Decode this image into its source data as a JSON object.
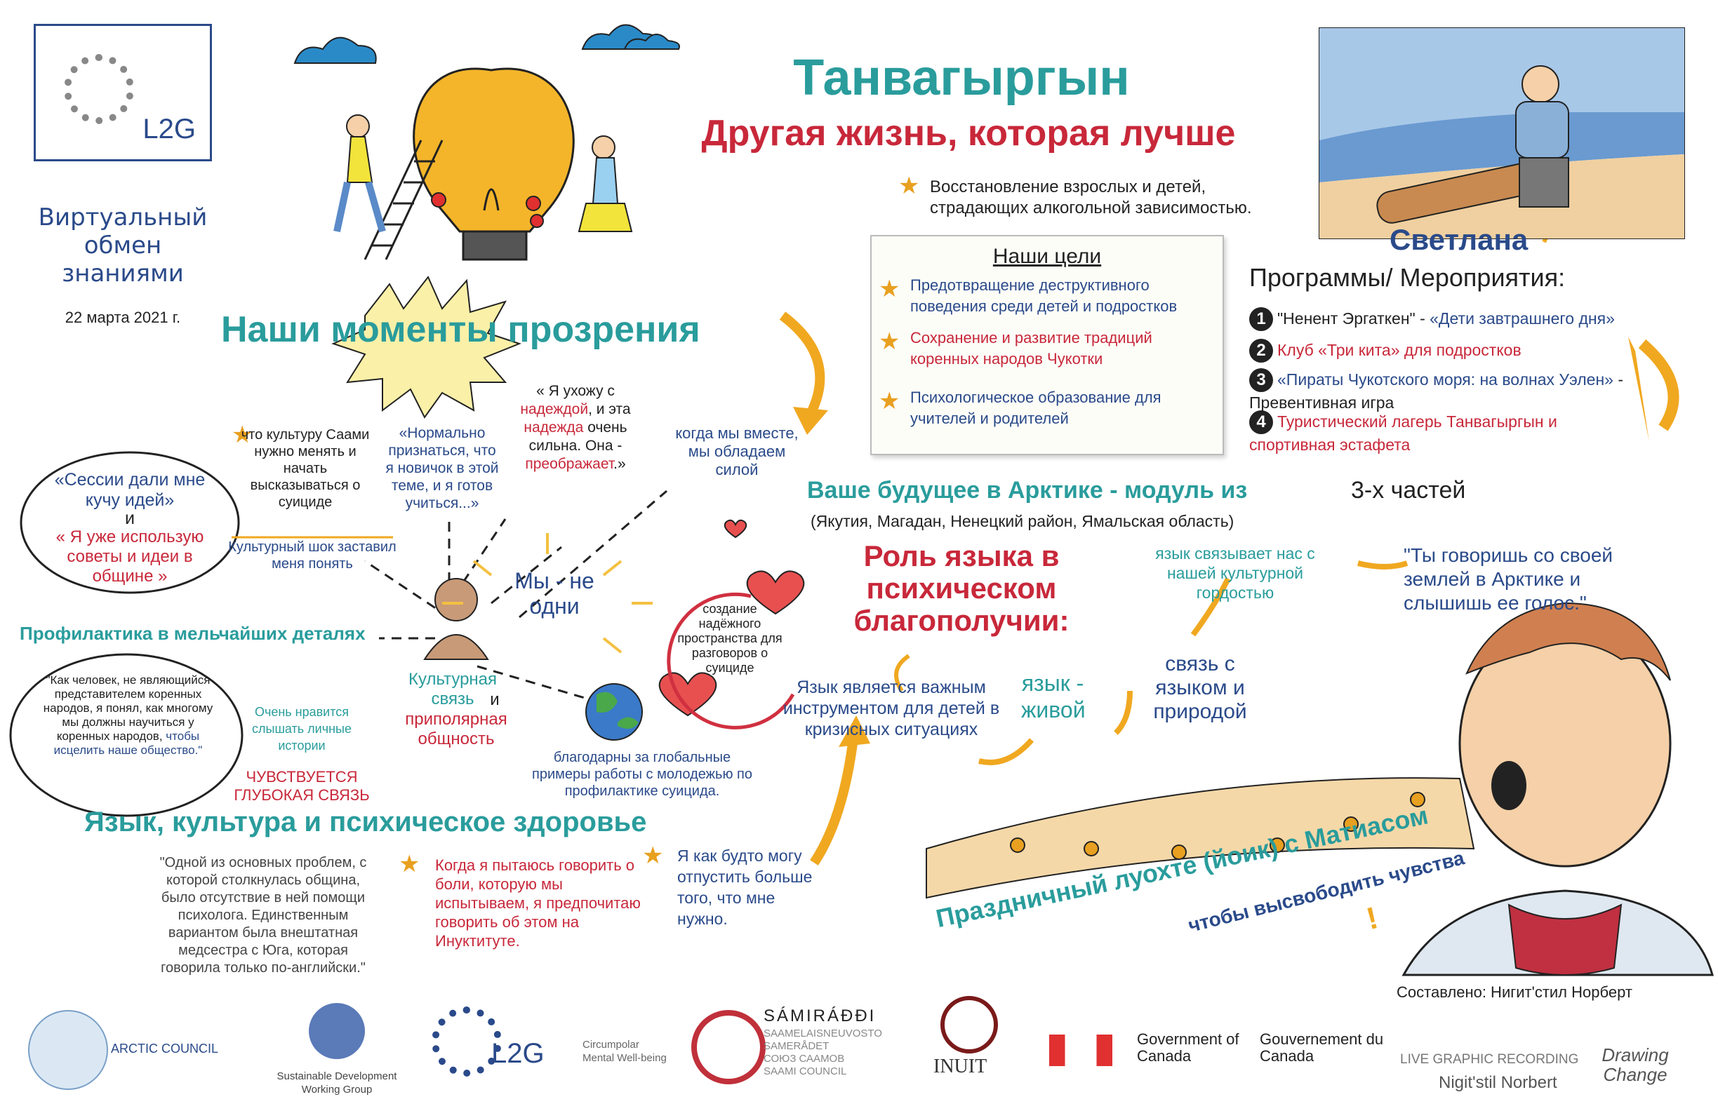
{
  "logo": {
    "text": "L2G"
  },
  "side": {
    "title": "Виртуальный обмен знаниями",
    "date": "22 марта 2021 г."
  },
  "header": {
    "title": "Танвагыргын",
    "subtitle": "Другая жизнь, которая лучше",
    "mission": "Восстановление взрослых и детей, страдающих алкогольной зависимостью."
  },
  "goals": {
    "title": "Наши цели",
    "items": [
      "Предотвращение деструктивного поведения среди детей и подростков",
      "Сохранение и развитие традиций коренных народов Чукотки",
      "Психологическое образование для учителей и родителей"
    ]
  },
  "programs": {
    "person": "Светлана",
    "title": "Программы/ Мероприятия:",
    "items": [
      {
        "n": "1",
        "a": "\"Ненент Эргаткен\" - ",
        "b": "«Дети завтрашнего дня»"
      },
      {
        "n": "2",
        "a": "",
        "b": "Клуб «Три кита» для подростков"
      },
      {
        "n": "3",
        "a": "«Пираты Чукотского моря: на волнах Уэлен»",
        "b": " - Превентивная игра"
      },
      {
        "n": "4",
        "a": "",
        "b": "Туристический лагерь Танвагыргын и спортивная эстафета"
      }
    ]
  },
  "insights": {
    "title": "Наши моменты прозрения",
    "center": "Мы - не одни",
    "quote_sessions_1": "«Сессии дали мне кучу идей»",
    "quote_sessions_and": "и",
    "quote_sessions_2": "« Я уже использую советы и идеи в общине »",
    "saami_culture": "что культуру Саами нужно менять и начать высказываться о суициде",
    "culture_shock": "Культурный шок заставил меня понять",
    "normal": "«Нормально признаться, что я новичок в этой теме, и я готов учиться...»",
    "hope_1": "« Я ухожу с ",
    "hope_2": "надеждой",
    "hope_3": ", и эта ",
    "hope_4": "надежда",
    "hope_5": " очень сильна. Она - ",
    "hope_6": "преображает",
    "hope_7": ".»",
    "together": "когда мы вместе, мы обладаем силой",
    "safe_space": "создание надёжного пространства для разговоров о суициде",
    "prevention": "Профилактика в мельчайших деталях",
    "cultural_link_1": "Культурная связь",
    "cultural_link_2": "и",
    "cultural_link_3": "приполярная общность",
    "grateful": "благодарны за глобальные примеры работы с молодежью по профилактике суицида.",
    "as_person": "\"Как человек, не являющийся представителем коренных народов, я понял, как многому мы должны научиться у коренных народов,",
    "as_person_b": "чтобы исцелить наше общество.\"",
    "stories": "Очень нравится слышать личные истории",
    "deep_link": "ЧУВСТВУЕТСЯ ГЛУБОКАЯ СВЯЗЬ"
  },
  "language": {
    "title": "Язык, культура и психическое здоровье",
    "quote1": "\"Одной из основных проблем, с которой столкнулась община, было отсутствие в ней помощи психолога. Единственным вариантом была внештатная медсестра с Юга, которая говорила только по-английски.\"",
    "quote2": "Когда я пытаюсь говорить о боли, которую мы испытываем, я предпочитаю говорить об этом на Инуктитуте.",
    "quote3": "Я как будто могу отпустить больше того, что мне нужно."
  },
  "future": {
    "title": "Ваше будущее в Арктике - модуль из",
    "parts": "3-х частей",
    "regions": "(Якутия, Магадан, Ненецкий район, Ямальская область)",
    "role": "Роль языка в психическом благополучии:",
    "tool": "Язык является важным инструментом для детей в кризисных ситуациях",
    "alive": "язык - живой",
    "nature": "связь с языком и природой",
    "pride": "язык связывает нас с нашей культурной гордостью",
    "earth": "\"Ты говоришь со своей землей в Арктике и слышишь ее голос.\""
  },
  "yoik": {
    "title": "Праздничный луохте (йоик) с Матиасом",
    "sub": "чтобы высвободить чувства",
    "bang": "!"
  },
  "credit": "Составлено: Нигит'стил Норберт",
  "footer": {
    "arctic": "ARCTIC COUNCIL",
    "sdwg": "Sustainable Development Working Group",
    "l2g": "L2G",
    "l2g_sub": "Circumpolar Mental Well-being",
    "sami_title": "SÁMIRÁÐÐI",
    "sami_lines": [
      "SAAMELAISNEUVOSTO",
      "SAMERÅDET",
      "СОЮЗ СААМОВ",
      "SAAMI COUNCIL"
    ],
    "inuit": "INUIT",
    "gov_en": "Government of Canada",
    "gov_fr": "Gouvernement du Canada",
    "live": "LIVE GRAPHIC RECORDING",
    "artist": "Nigit'stil Norbert",
    "drawing": "Drawing Change"
  }
}
